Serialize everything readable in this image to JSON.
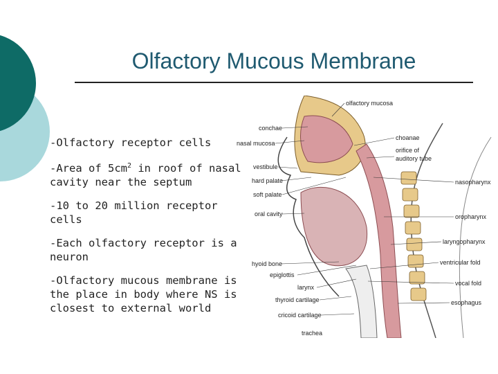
{
  "title": "Olfactory Mucous Membrane",
  "bullets": [
    {
      "text": "-Olfactory receptor cells"
    },
    {
      "pre": "-Area of 5cm",
      "sup": "2",
      "post": " in roof of nasal cavity near the septum"
    },
    {
      "text": "-10 to 20 million receptor cells"
    },
    {
      "text": "-Each olfactory receptor is a neuron"
    },
    {
      "text": "-Olfactory mucous membrane is the place in body where NS is closest to external world"
    }
  ],
  "diagram": {
    "labels_left": [
      "conchae",
      "nasal mucosa",
      "vestibule",
      "hard palate",
      "soft palate",
      "oral cavity",
      "hyoid bone",
      "epiglottis",
      "larynx",
      "thyroid cartilage",
      "cricoid cartilage",
      "trachea"
    ],
    "labels_right": [
      "olfactory mucosa",
      "choanae",
      "orifice of",
      "auditory tube",
      "nasopharynx",
      "oropharynx",
      "laryngopharynx",
      "ventricular fold",
      "vocal fold",
      "esophagus"
    ]
  },
  "colors": {
    "teal_dark": "#0e6b66",
    "teal_light": "#a9d8dc",
    "title": "#1f5a70",
    "bone": "#e7c98a",
    "mucosa": "#d79a9e"
  }
}
